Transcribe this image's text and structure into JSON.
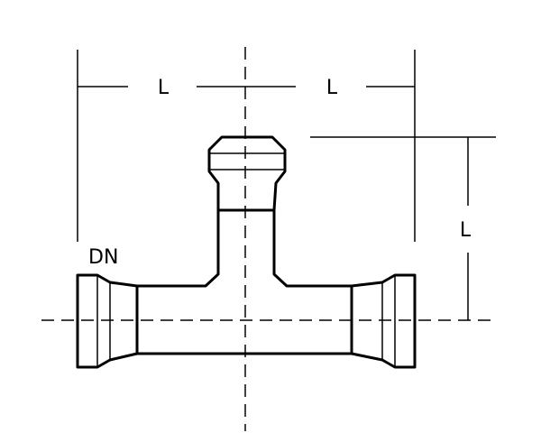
{
  "labels": {
    "dim_left": "L",
    "dim_right": "L",
    "dim_vertical": "L",
    "nominal_diameter": "DN"
  },
  "colors": {
    "line": "#000000",
    "background": "#ffffff"
  }
}
